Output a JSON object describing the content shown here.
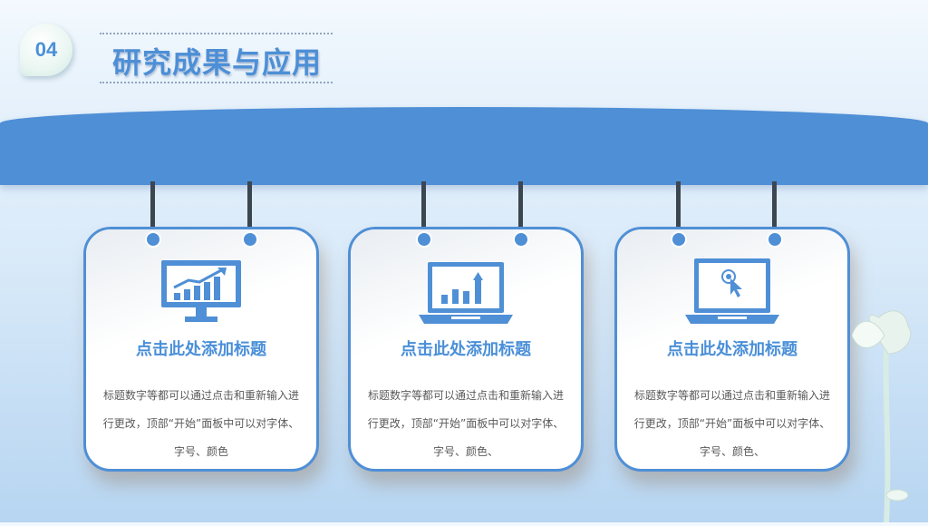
{
  "header": {
    "number": "04",
    "title": "研究成果与应用"
  },
  "colors": {
    "accent": "#4f8fd6",
    "text": "#5a5a5a"
  },
  "cards": [
    {
      "icon": "monitor-chart-icon",
      "heading": "点击此处添加标题",
      "line1": "标题数字等都可以通过点击和重新输入进",
      "line2": "行更改，顶部“开始”面板中可以对字体、",
      "line3": "字号、颜色"
    },
    {
      "icon": "laptop-bar-chart-icon",
      "heading": "点击此处添加标题",
      "line1": "标题数字等都可以通过点击和重新输入进",
      "line2": "行更改，顶部“开始”面板中可以对字体、",
      "line3": "字号、颜色、"
    },
    {
      "icon": "laptop-cursor-icon",
      "heading": "点击此处添加标题",
      "line1": "标题数字等都可以通过点击和重新输入进",
      "line2": "行更改，顶部“开始”面板中可以对字体、",
      "line3": "字号、颜色、"
    }
  ]
}
